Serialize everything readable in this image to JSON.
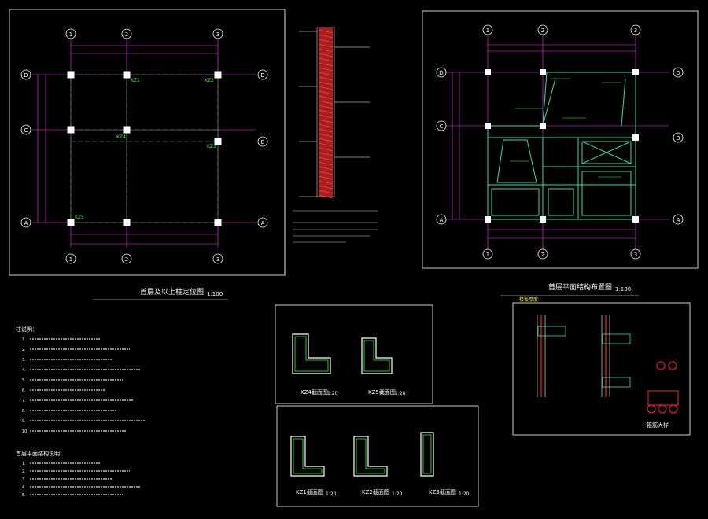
{
  "colors": {
    "background": "#000000",
    "frame": "#ffffff",
    "dimension": "#ff33ff",
    "axis": "#33cc33",
    "column": "#ffffff",
    "wall": "#33ddaa",
    "rebar": "#ff2222",
    "hatch": "#ff3333",
    "note": "#ffffff",
    "annotation": "#33ff33",
    "yellow": "#ffff44"
  },
  "drawings": {
    "column_plan": {
      "title": "首层及以上柱定位图",
      "scale": "1:100",
      "axes_top": [
        "1",
        "2",
        "3"
      ],
      "axes_bottom": [
        "1",
        "2",
        "3"
      ],
      "axes_left": [
        "D",
        "C",
        "A"
      ],
      "axes_right": [
        "D",
        "B",
        "A"
      ],
      "columns": [
        "KZ1",
        "KZ2",
        "KZ3",
        "KZ4",
        "KZ5"
      ]
    },
    "floor_plan": {
      "title": "首层平面结构布置图",
      "scale": "1:100",
      "axes_top": [
        "1",
        "2",
        "3"
      ],
      "axes_bottom": [
        "1",
        "2",
        "3"
      ],
      "axes_left": [
        "D",
        "C",
        "A"
      ],
      "axes_right": [
        "D",
        "B",
        "A"
      ]
    },
    "details": {
      "top_row": [
        {
          "label": "KZ4截面图",
          "scale": "1:20"
        },
        {
          "label": "KZ5截面图",
          "scale": "1:20"
        }
      ],
      "bottom_row": [
        {
          "label": "KZ1截面图",
          "scale": "1:20"
        },
        {
          "label": "KZ2截面图",
          "scale": "1:20"
        },
        {
          "label": "KZ3截面图",
          "scale": "1:20"
        }
      ],
      "right_header": "楼板厚度",
      "right_caption": "箍筋大样"
    },
    "notes": {
      "title_1": "柱说明：",
      "items_1": [
        "1.",
        "2.",
        "3.",
        "4.",
        "5.",
        "6.",
        "7.",
        "8.",
        "9.",
        "10."
      ],
      "title_2": "首层平面结构说明：",
      "items_2": [
        "1.",
        "2.",
        "3.",
        "4.",
        "5."
      ]
    }
  }
}
